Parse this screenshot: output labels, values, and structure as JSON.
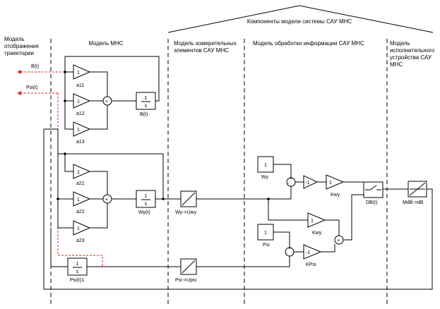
{
  "sections": {
    "components_title": "Компоненты модели системы САУ МНС",
    "trajectory": [
      "Модель",
      "отображения",
      "траектории"
    ],
    "mns": "Модель МНС",
    "measuring": [
      "Модель измерительных",
      "элементов САУ МНС"
    ],
    "processing": "Модель обработки информации САУ МНС",
    "actuator": [
      "Модель",
      "исполнительного",
      "устройства САУ",
      "МНС"
    ]
  },
  "outputs": {
    "b": "B(t)",
    "psi": "Psi(t)"
  },
  "gains": {
    "a11": "a11",
    "a12": "a12",
    "a13": "a13",
    "a21": "a21",
    "a22": "a22",
    "a23": "a23",
    "kwy": "Kwy",
    "kwy2": "Kwy",
    "kpsi": "KPsi",
    "one": "1",
    "minus_one": "-1"
  },
  "integrators": {
    "b": "B(t)",
    "wy": "Wy(t)",
    "psi": "Psi(t)1",
    "num": "1",
    "den": "s"
  },
  "sensors": {
    "wy": "Wy->Uwy",
    "psi": "Psi->Upsi"
  },
  "constants": {
    "wy_value": "1",
    "wy_label": "Wy",
    "psi_value": "1",
    "psi_label": "Psi"
  },
  "switch": "DB(t)",
  "actuator_block": "MdB->dB",
  "signs": {
    "plus": "+",
    "minus": "-"
  }
}
